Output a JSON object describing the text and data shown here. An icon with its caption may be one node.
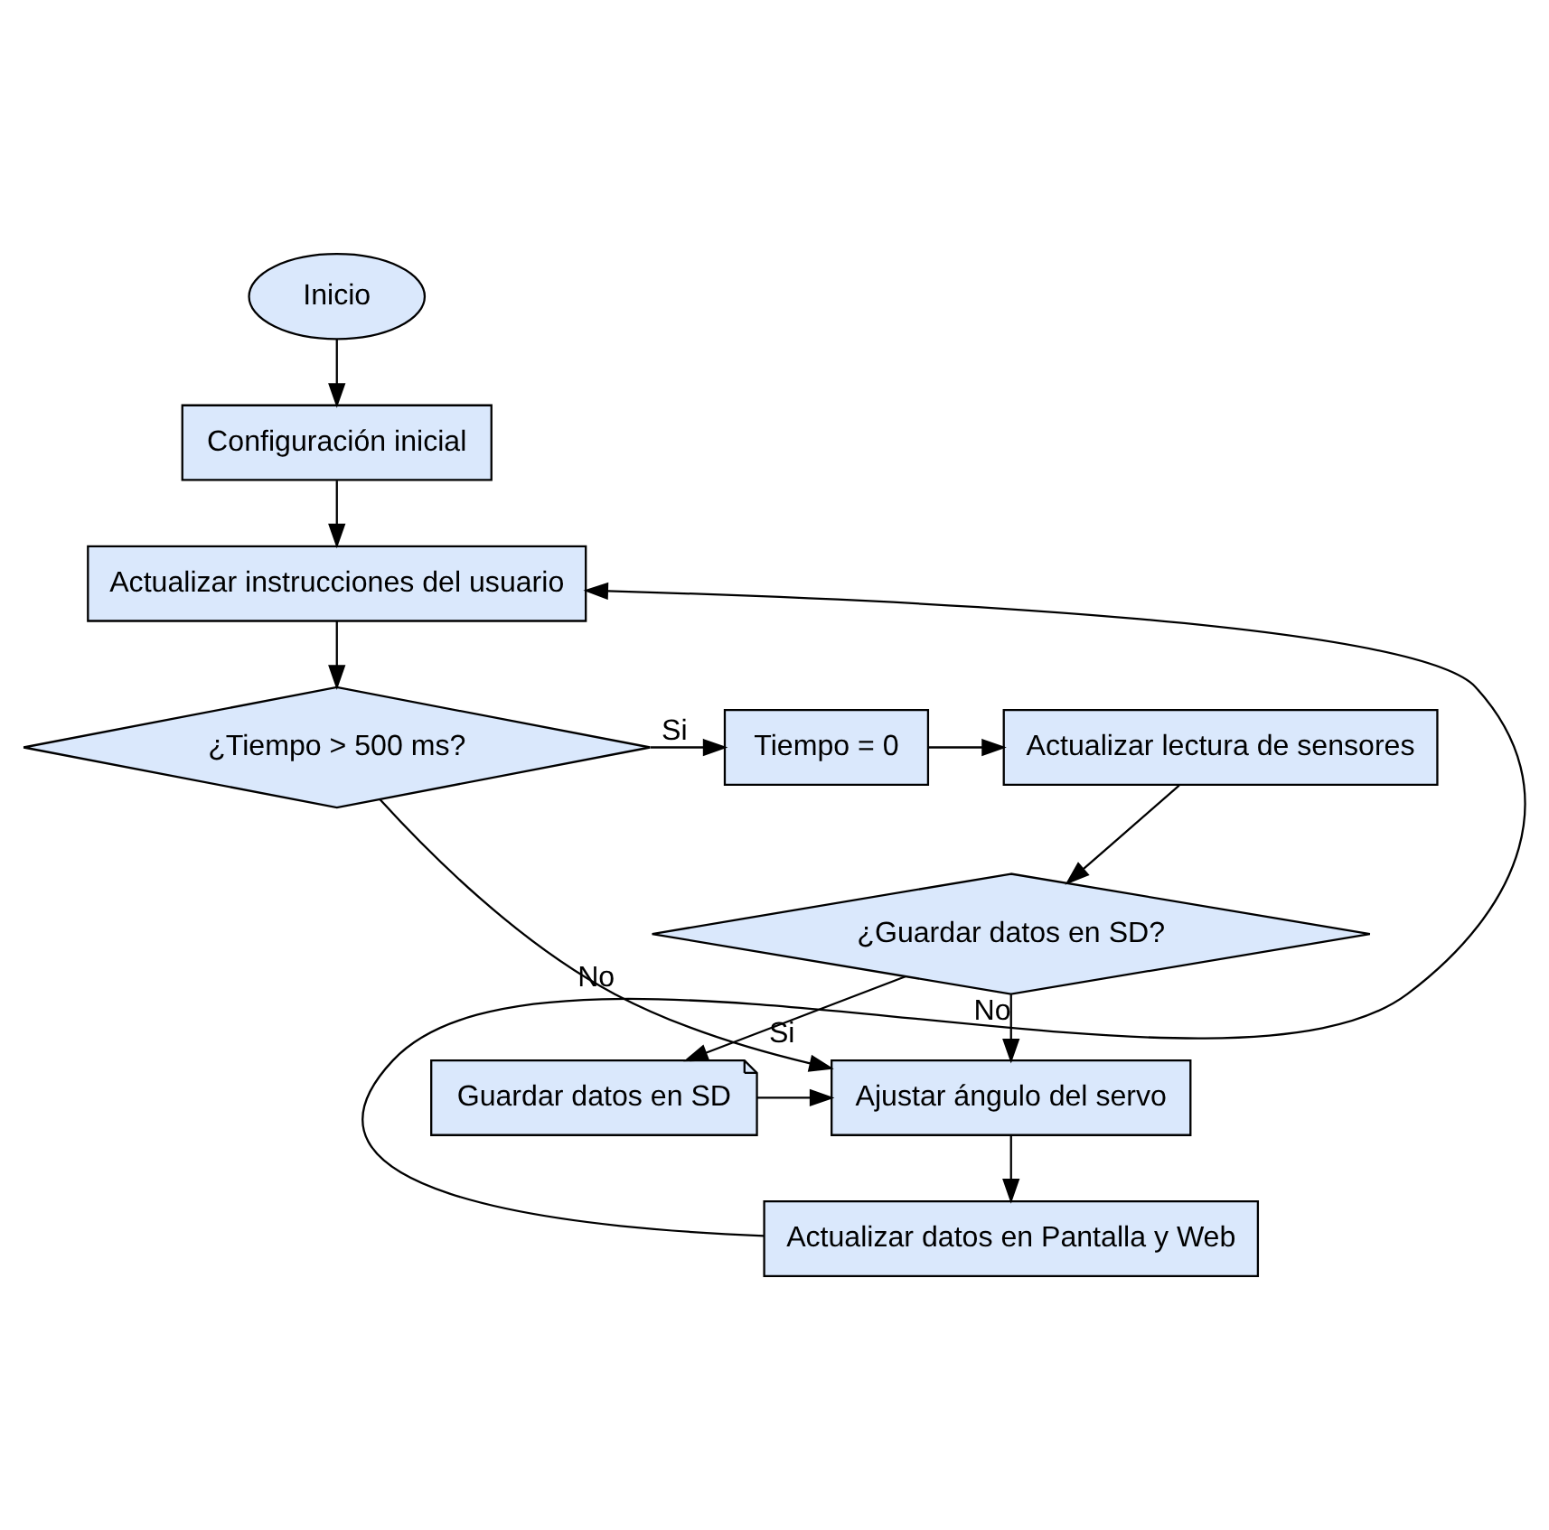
{
  "diagram": {
    "nodes": [
      {
        "text": [
          "Inicio"
        ]
      },
      {
        "text": [
          "Configuración inicial"
        ]
      },
      {
        "text": [
          "Actualizar instrucciones del usuario"
        ]
      },
      {
        "text": [
          "¿Tiempo > 500 ms?"
        ]
      },
      {
        "text": [
          "Tiempo = 0"
        ]
      },
      {
        "text": [
          "Actualizar lectura de sensores"
        ]
      },
      {
        "text": [
          "¿Guardar datos en SD?"
        ]
      },
      {
        "text": [
          "Guardar datos en SD"
        ]
      },
      {
        "text": [
          "Ajustar ángulo del servo"
        ]
      },
      {
        "text": [
          "Actualizar datos en Pantalla y Web"
        ]
      }
    ],
    "edges": [
      {
        "from": 0,
        "to": 1,
        "arrow": "to"
      },
      {
        "from": 1,
        "to": 2,
        "arrow": "to"
      },
      {
        "from": 2,
        "to": 3,
        "arrow": "to"
      },
      {
        "from": 3,
        "to": 4,
        "arrow": "to",
        "label": "Si"
      },
      {
        "from": 4,
        "to": 5,
        "arrow": "to"
      },
      {
        "from": 5,
        "to": 6,
        "arrow": "to"
      },
      {
        "from": 6,
        "to": 8,
        "arrow": "to",
        "label": "No"
      },
      {
        "from": 6,
        "to": 7,
        "arrow": "to",
        "label": "Si"
      },
      {
        "from": 3,
        "to": 8,
        "arrow": "to",
        "label": "No"
      },
      {
        "from": 7,
        "to": 8,
        "arrow": "to"
      },
      {
        "from": 8,
        "to": 9,
        "arrow": "to"
      },
      {
        "from": 9,
        "to": 2,
        "arrow": "to"
      }
    ]
  }
}
